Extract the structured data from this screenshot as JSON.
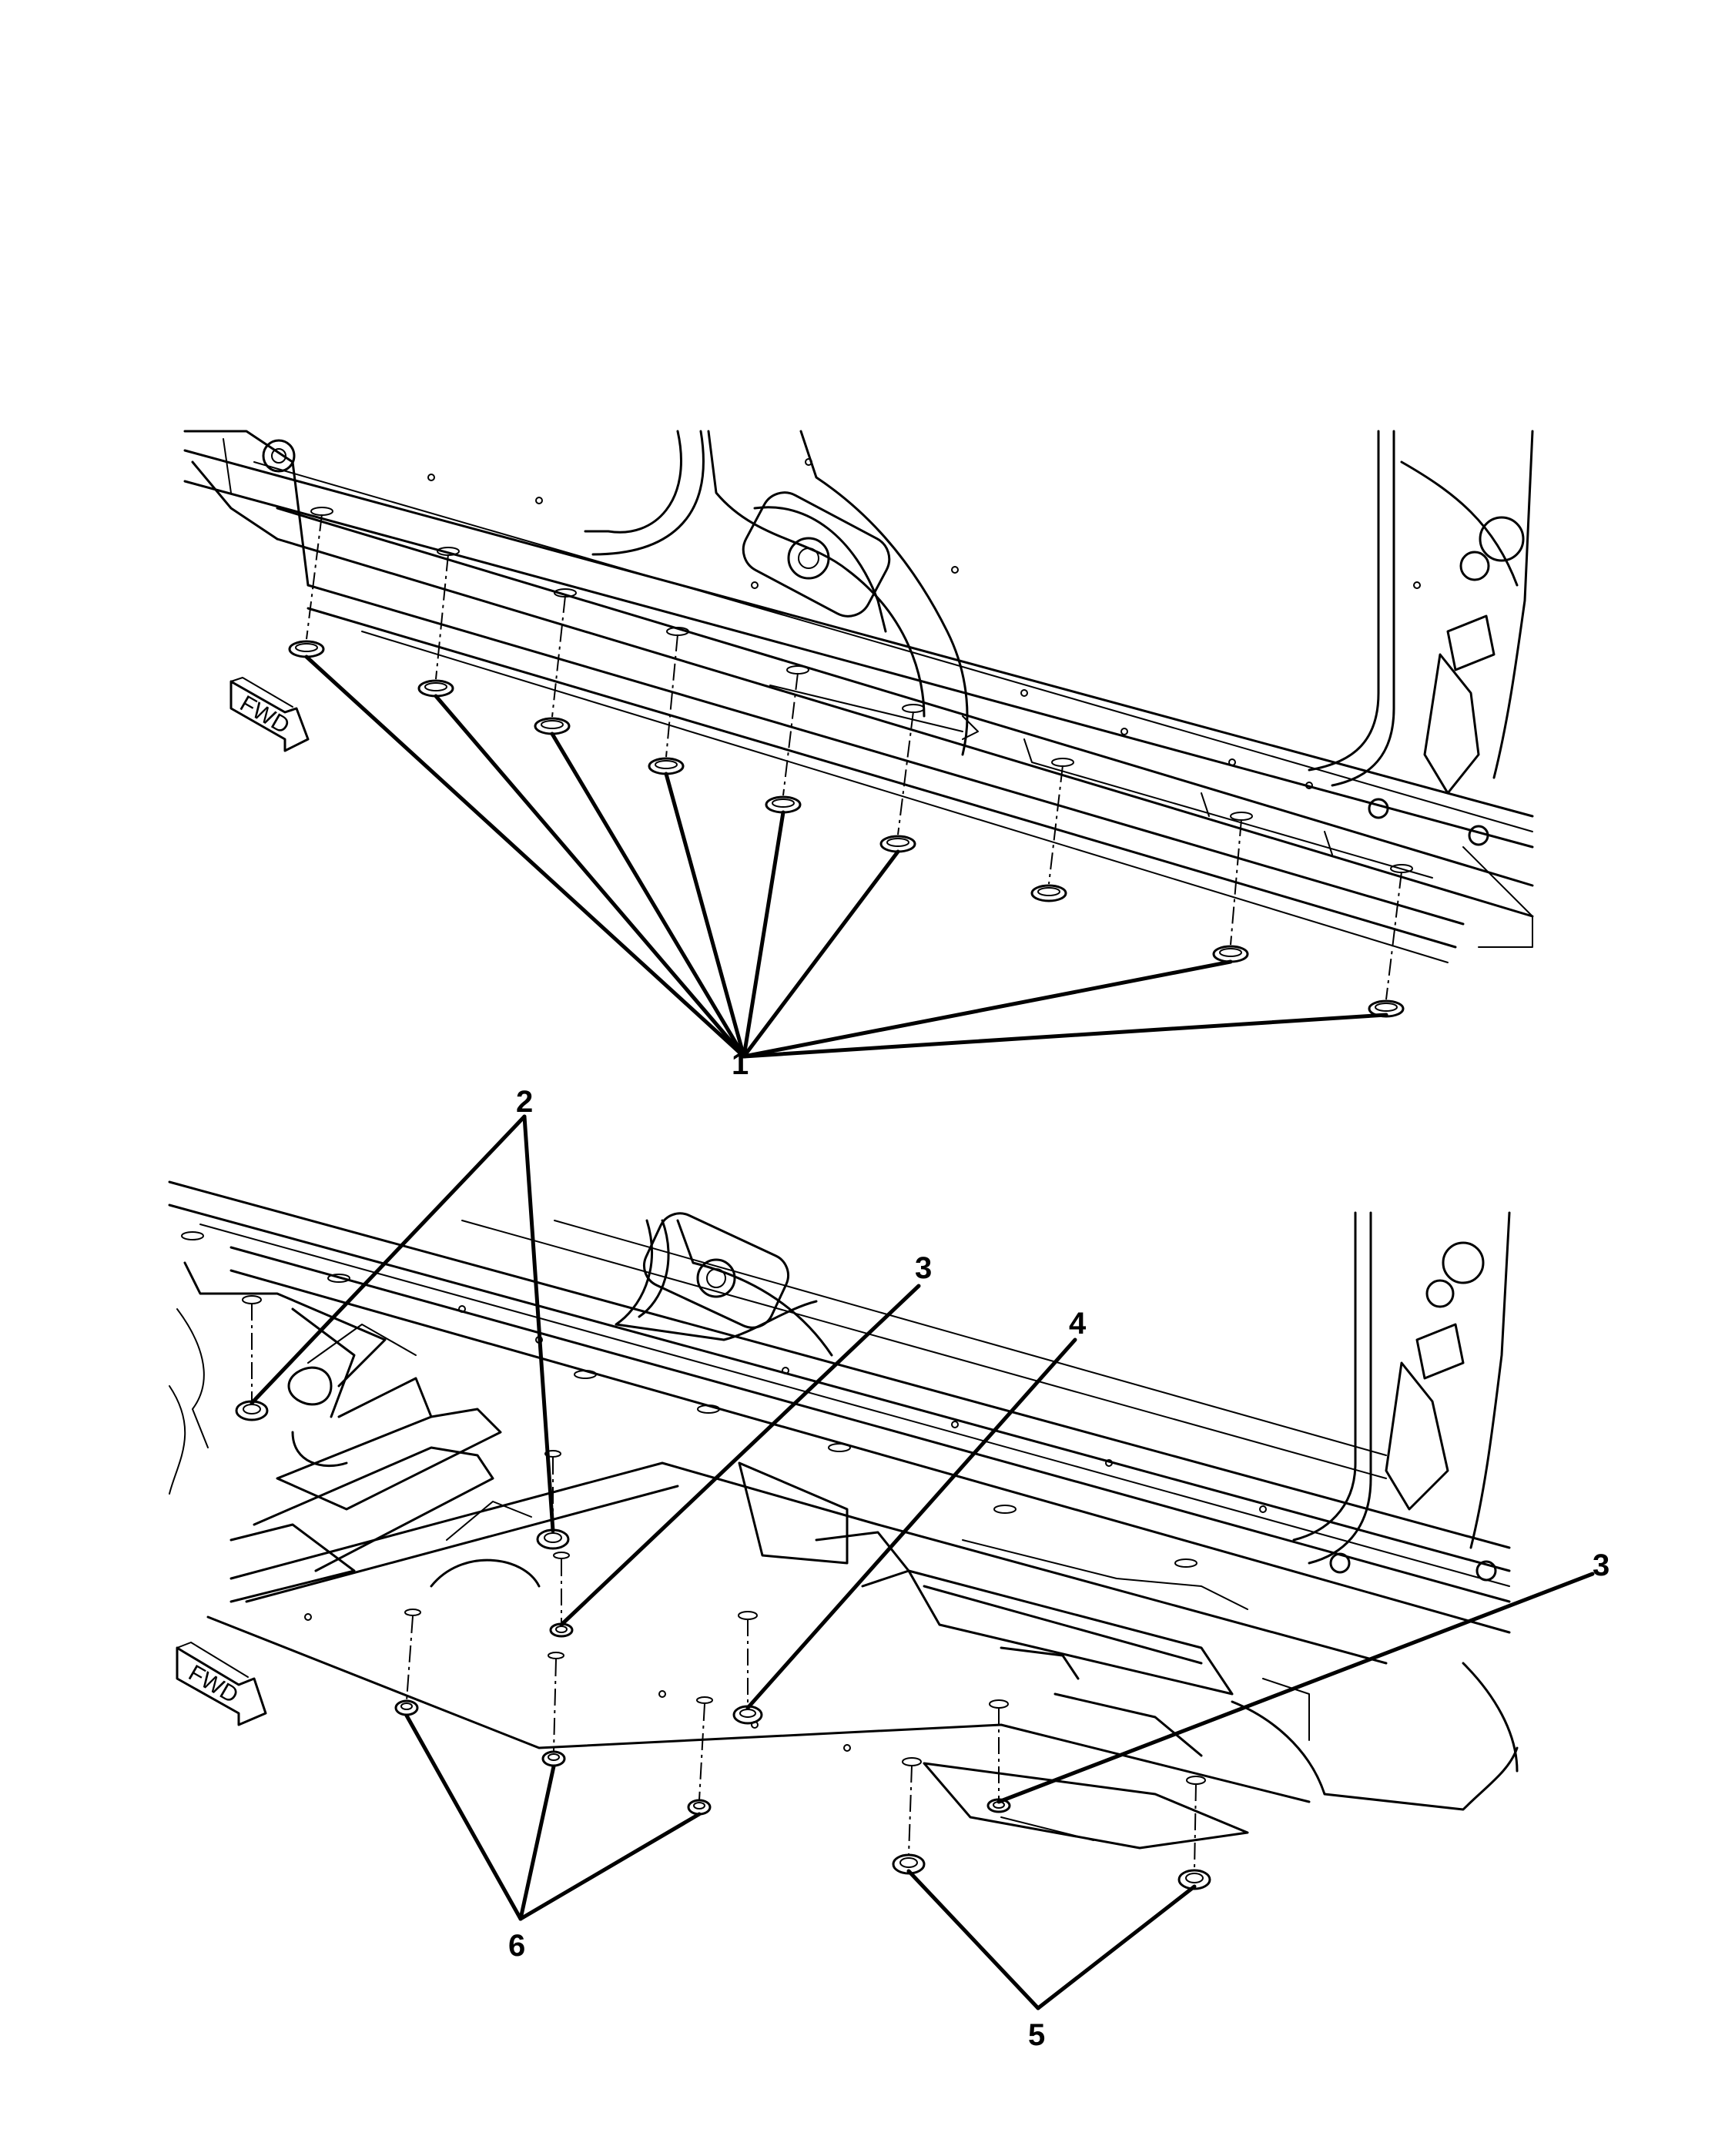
{
  "figure": {
    "fwd_label": "FWD",
    "callouts": [
      {
        "id": "1",
        "text": "1"
      },
      {
        "id": "2",
        "text": "2"
      },
      {
        "id": "3a",
        "text": "3"
      },
      {
        "id": "3b",
        "text": "3"
      },
      {
        "id": "4",
        "text": "4"
      },
      {
        "id": "5",
        "text": "5"
      },
      {
        "id": "6",
        "text": "6"
      }
    ]
  },
  "colors": {
    "line": "#000000",
    "background": "#ffffff"
  }
}
